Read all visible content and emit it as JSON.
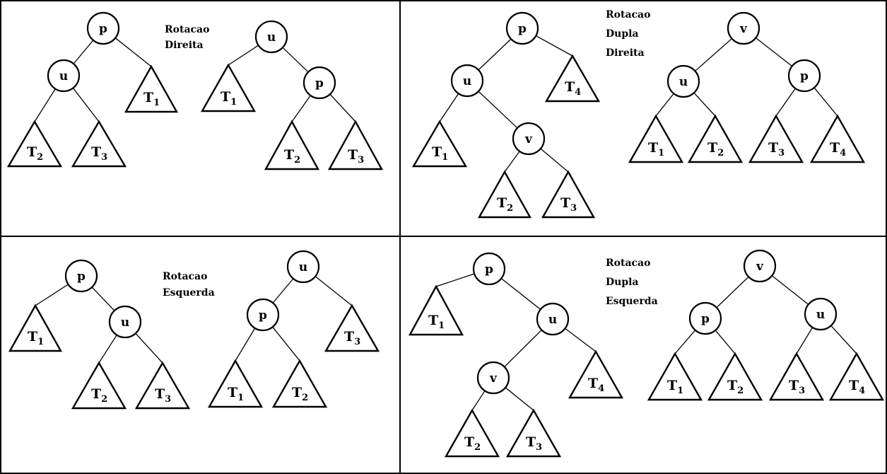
{
  "panels": [
    {
      "id": "rotacao-direita",
      "caption": [
        "Rotacao",
        "Direita"
      ],
      "before": {
        "nodes": [
          "p",
          "u"
        ],
        "subtrees": [
          {
            "letter": "T",
            "index": "1"
          },
          {
            "letter": "T",
            "index": "2"
          },
          {
            "letter": "T",
            "index": "3"
          }
        ]
      },
      "after": {
        "nodes": [
          "u",
          "p"
        ],
        "subtrees": [
          {
            "letter": "T",
            "index": "1"
          },
          {
            "letter": "T",
            "index": "2"
          },
          {
            "letter": "T",
            "index": "3"
          }
        ]
      }
    },
    {
      "id": "rotacao-dupla-direita",
      "caption": [
        "Rotacao",
        "Dupla",
        "Direita"
      ],
      "before": {
        "nodes": [
          "p",
          "u",
          "v"
        ],
        "subtrees": [
          {
            "letter": "T",
            "index": "4"
          },
          {
            "letter": "T",
            "index": "1"
          },
          {
            "letter": "T",
            "index": "2"
          },
          {
            "letter": "T",
            "index": "3"
          }
        ]
      },
      "after": {
        "nodes": [
          "v",
          "u",
          "p"
        ],
        "subtrees": [
          {
            "letter": "T",
            "index": "1"
          },
          {
            "letter": "T",
            "index": "2"
          },
          {
            "letter": "T",
            "index": "3"
          },
          {
            "letter": "T",
            "index": "4"
          }
        ]
      }
    },
    {
      "id": "rotacao-esquerda",
      "caption": [
        "Rotacao",
        "Esquerda"
      ],
      "before": {
        "nodes": [
          "p",
          "u"
        ],
        "subtrees": [
          {
            "letter": "T",
            "index": "1"
          },
          {
            "letter": "T",
            "index": "2"
          },
          {
            "letter": "T",
            "index": "3"
          }
        ]
      },
      "after": {
        "nodes": [
          "u",
          "p"
        ],
        "subtrees": [
          {
            "letter": "T",
            "index": "3"
          },
          {
            "letter": "T",
            "index": "1"
          },
          {
            "letter": "T",
            "index": "2"
          }
        ]
      }
    },
    {
      "id": "rotacao-dupla-esquerda",
      "caption": [
        "Rotacao",
        "Dupla",
        "Esquerda"
      ],
      "before": {
        "nodes": [
          "p",
          "u",
          "v"
        ],
        "subtrees": [
          {
            "letter": "T",
            "index": "1"
          },
          {
            "letter": "T",
            "index": "4"
          },
          {
            "letter": "T",
            "index": "2"
          },
          {
            "letter": "T",
            "index": "3"
          }
        ]
      },
      "after": {
        "nodes": [
          "v",
          "p",
          "u"
        ],
        "subtrees": [
          {
            "letter": "T",
            "index": "1"
          },
          {
            "letter": "T",
            "index": "2"
          },
          {
            "letter": "T",
            "index": "3"
          },
          {
            "letter": "T",
            "index": "4"
          }
        ]
      }
    }
  ]
}
